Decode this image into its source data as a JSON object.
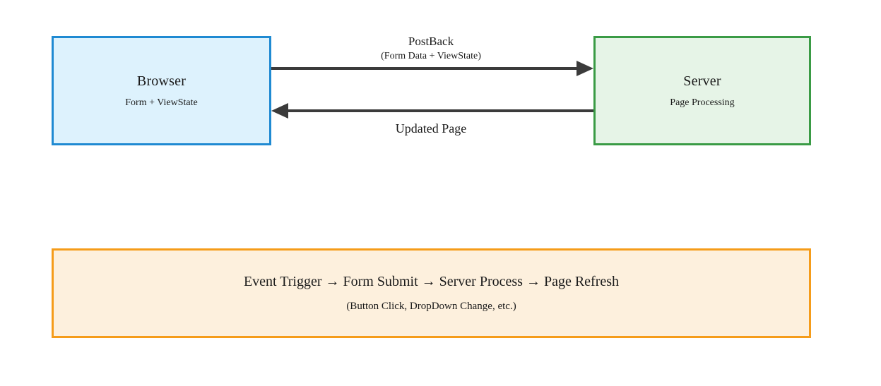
{
  "diagram": {
    "nodes": [
      {
        "id": "browser",
        "title": "Browser",
        "subtitle": "Form + ViewState",
        "border_color": "#1f8ad2",
        "fill_color": "#ddf2fd"
      },
      {
        "id": "server",
        "title": "Server",
        "subtitle": "Page Processing",
        "border_color": "#3a9b45",
        "fill_color": "#e6f4e7"
      }
    ],
    "edges": [
      {
        "id": "postback",
        "from": "browser",
        "to": "server",
        "direction": "right",
        "label_line1": "PostBack",
        "label_line2": "(Form Data + ViewState)",
        "color": "#3b3b3b"
      },
      {
        "id": "response",
        "from": "server",
        "to": "browser",
        "direction": "left",
        "label_line1": "Updated Page",
        "color": "#3b3b3b"
      }
    ],
    "summary_panel": {
      "id": "flow-summary",
      "main_text": "Event Trigger → Form Submit → Server Process → Page Refresh",
      "sub_text": "(Button Click, DropDown Change, etc.)",
      "border_color": "#f59c1a",
      "fill_color": "#fdf0dd"
    }
  }
}
